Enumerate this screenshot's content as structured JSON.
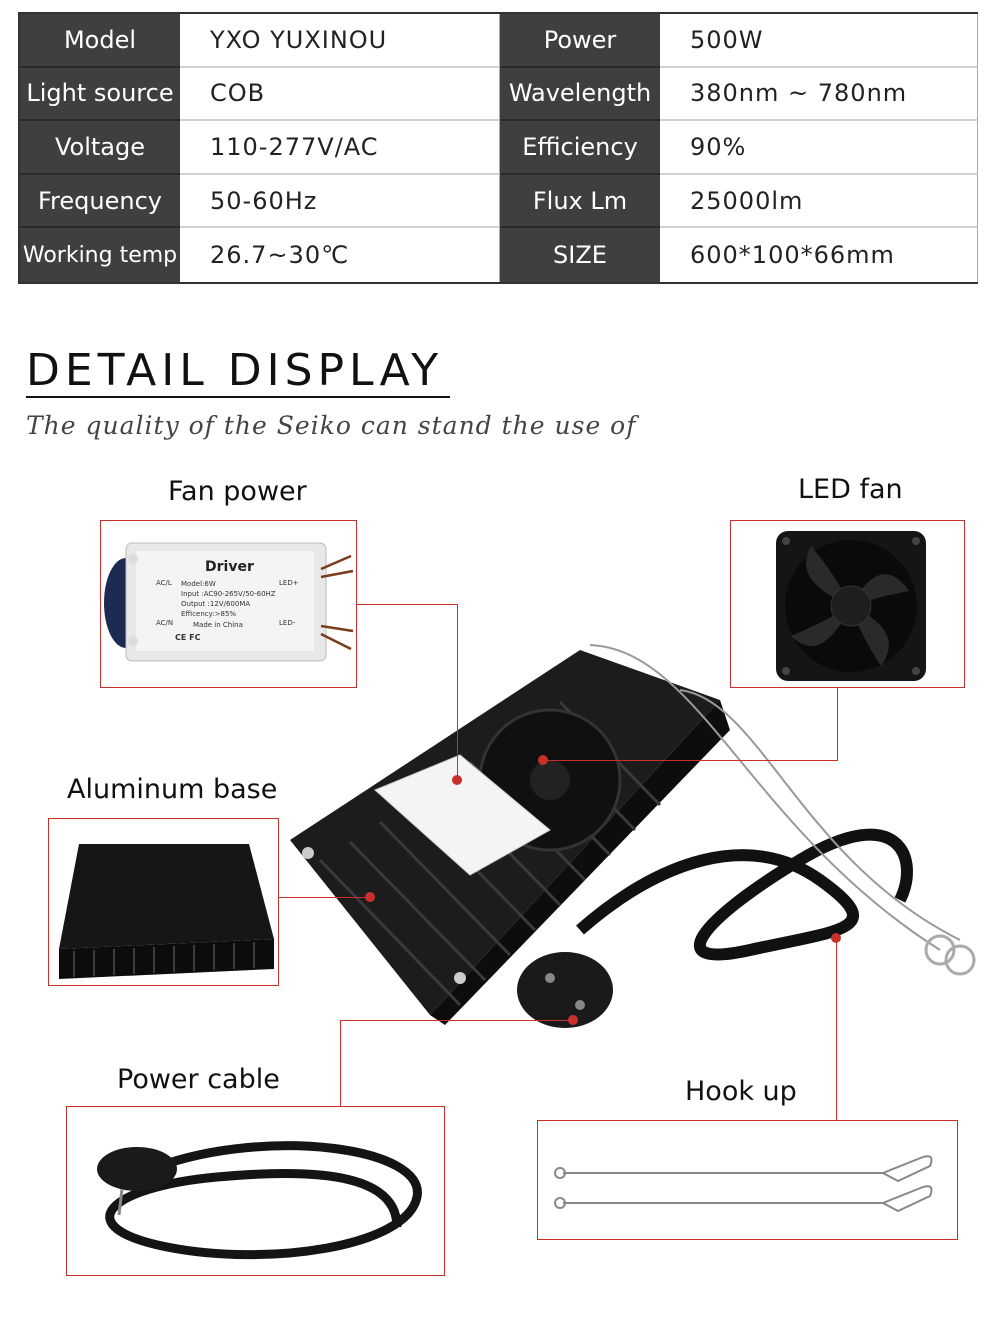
{
  "specs": {
    "model_key": "Model",
    "model_val": "YXO YUXINOU",
    "power_key": "Power",
    "power_val": "500W",
    "light_key": "Light source",
    "light_val": "COB",
    "wave_key": "Wavelength",
    "wave_val": "380nm ~ 780nm",
    "volt_key": "Voltage",
    "volt_val": "110-277V/AC",
    "eff_key": "Efficiency",
    "eff_val": "90%",
    "freq_key": "Frequency",
    "freq_val": "50-60Hz",
    "flux_key": "Flux Lm",
    "flux_val": "25000lm",
    "temp_key": "Working temp",
    "temp_val": "26.7~30℃",
    "size_key": "SIZE",
    "size_val": "600*100*66mm"
  },
  "detail": {
    "title": "DETAIL DISPLAY",
    "subtitle": "The quality of the Seiko can stand the use of"
  },
  "parts": {
    "fan_power": "Fan power",
    "led_fan": "LED fan",
    "aluminum_base": "Aluminum base",
    "power_cable": "Power cable",
    "hook_up": "Hook up"
  },
  "driver_label": {
    "title": "Driver",
    "acl": "AC/L",
    "acn": "AC/N",
    "ledp": "LED+",
    "ledm": "LED-",
    "line1": "Model:6W",
    "line2": "Input :AC90-265V/50-60HZ",
    "line3": "Output :12V/600MA",
    "line4": "Efficency:>85%",
    "line5": "Made in China",
    "marks": "CE FC"
  },
  "colors": {
    "accent": "#c9302c",
    "table_dark": "#3f3f3f"
  }
}
